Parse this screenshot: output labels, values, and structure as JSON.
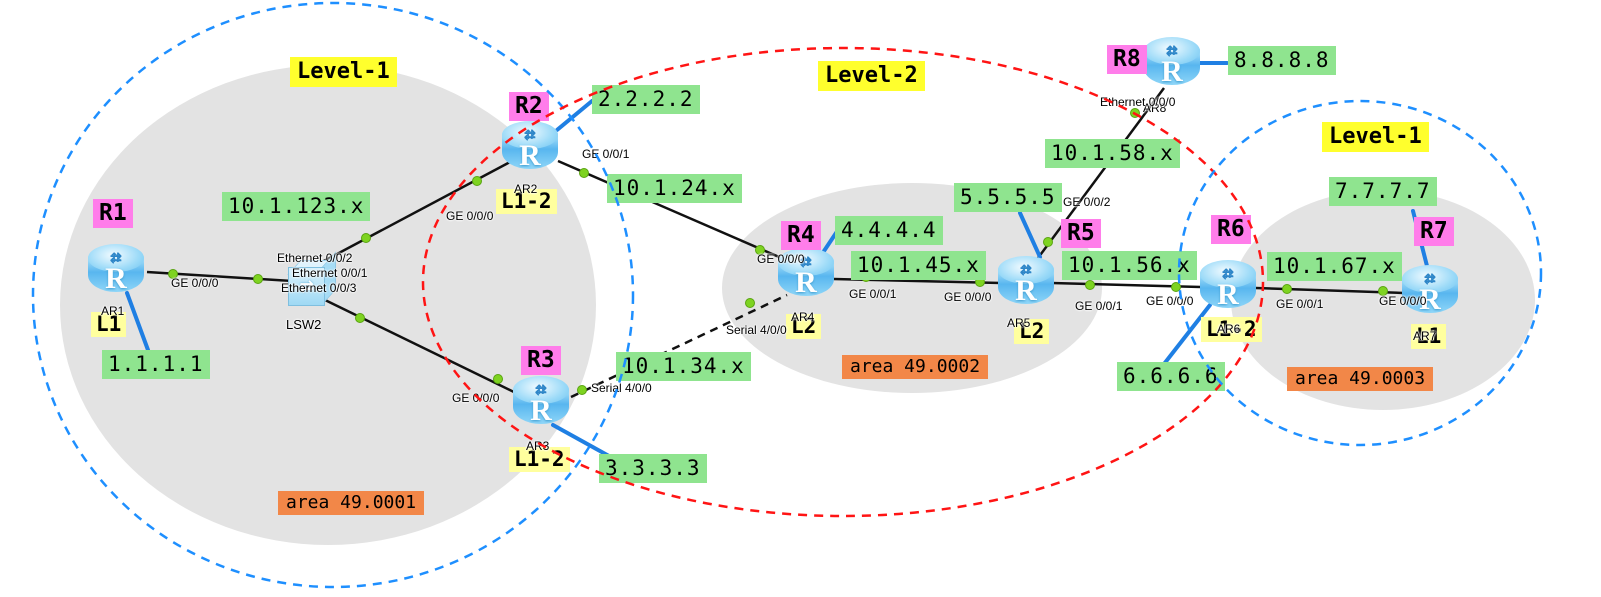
{
  "diagram": {
    "kind": "IS-IS network topology (eNSP)",
    "colors": {
      "node_tag_bg": "#ff7dea",
      "ip_tag_bg": "#8fe48f",
      "level_tag_bg": "#ffff2d",
      "ltag_bg": "#ffff9e",
      "area_tag_bg": "#f28748",
      "region_fill": "#e3e3e3",
      "level1_ring": "#1e8fff",
      "level2_ring": "#ff1414",
      "link_color": "#111111",
      "loopback_line": "#1f7fe3",
      "port_dot": "#7ed321"
    }
  },
  "regions": {
    "left": {
      "level": "Level-1",
      "area": "area 49.0001"
    },
    "middle": {
      "level": "Level-2",
      "area": "area 49.0002"
    },
    "right": {
      "level": "Level-1",
      "area": "area 49.0003"
    }
  },
  "nodes": {
    "r1": {
      "tag": "R1",
      "device": "AR1",
      "level": "L1",
      "loopback": "1.1.1.1"
    },
    "r2": {
      "tag": "R2",
      "device": "AR2",
      "level": "L1-2",
      "loopback": "2.2.2.2"
    },
    "r3": {
      "tag": "R3",
      "device": "AR3",
      "level": "L1-2",
      "loopback": "3.3.3.3"
    },
    "r4": {
      "tag": "R4",
      "device": "AR4",
      "level": "L2",
      "loopback": "4.4.4.4"
    },
    "r5": {
      "tag": "R5",
      "device": "AR5",
      "level": "L2",
      "loopback": "5.5.5.5"
    },
    "r6": {
      "tag": "R6",
      "device": "AR6",
      "level": "L1-2",
      "loopback": "6.6.6.6"
    },
    "r7": {
      "tag": "R7",
      "device": "AR7",
      "level": "L1",
      "loopback": "7.7.7.7"
    },
    "r8": {
      "tag": "R8",
      "device": "AR8",
      "loopback": "8.8.8.8"
    },
    "lsw2": {
      "device": "LSW2"
    }
  },
  "interfaces": {
    "r1_ge000": "GE 0/0/0",
    "lsw2_eth002": "Ethernet 0/0/2",
    "lsw2_eth001": "Ethernet 0/0/1",
    "lsw2_eth003": "Ethernet 0/0/3",
    "r2_ge000": "GE 0/0/0",
    "r2_ge001": "GE 0/0/1",
    "r3_ge000": "GE 0/0/0",
    "r3_serial": "Serial 4/0/0",
    "r4_serial": "Serial 4/0/0",
    "r4_ge000": "GE 0/0/0",
    "r4_ge001": "GE 0/0/1",
    "r5_ge000": "GE 0/0/0",
    "r5_ge001": "GE 0/0/1",
    "r5_ge002": "GE 0/0/2",
    "r6_ge000": "GE 0/0/0",
    "r6_ge001": "GE 0/0/1",
    "r7_ge000": "GE 0/0/0",
    "r8_eth000": "Ethernet 0/0/0"
  },
  "subnets": {
    "s123": "10.1.123.x",
    "s24": "10.1.24.x",
    "s34": "10.1.34.x",
    "s45": "10.1.45.x",
    "s56": "10.1.56.x",
    "s58": "10.1.58.x",
    "s67": "10.1.67.x"
  },
  "icons": {
    "router_letter": "R"
  }
}
